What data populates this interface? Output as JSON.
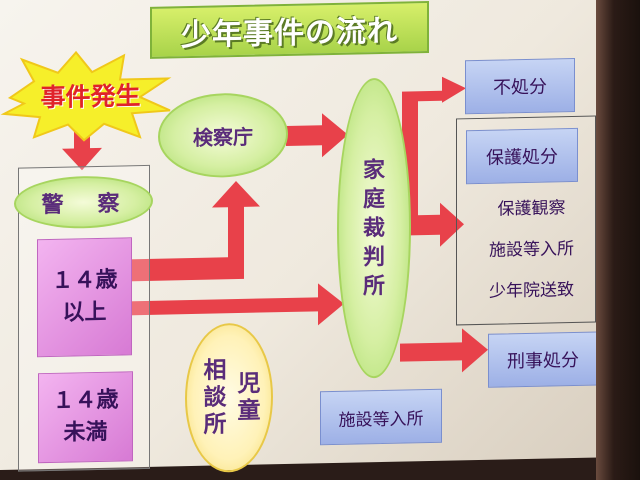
{
  "title": "少年事件の流れ",
  "nodes": {
    "incident": "事件発生",
    "police": "警　察",
    "over14": [
      "１４歳",
      "以上"
    ],
    "under14": [
      "１４歳",
      "未満"
    ],
    "prosecutor": "検察庁",
    "family_court": [
      "家",
      "庭",
      "裁",
      "判",
      "所"
    ],
    "child_guidance": [
      "児童",
      "相談所"
    ],
    "no_disposition": "不処分",
    "protective_disposition": "保護処分",
    "protective_items": [
      "保護観察",
      "施設等入所",
      "少年院送致"
    ],
    "criminal_disposition": "刑事処分",
    "facility_admission": "施設等入所"
  },
  "colors": {
    "arrow": "#e8414a",
    "title_bg": "#b8dd55",
    "burst": "#f6ef2a",
    "ellipse": "#c8e98a",
    "pink": "#e69ae3",
    "blue": "#adbde9",
    "yellow_ellipse": "#fff1b0"
  }
}
